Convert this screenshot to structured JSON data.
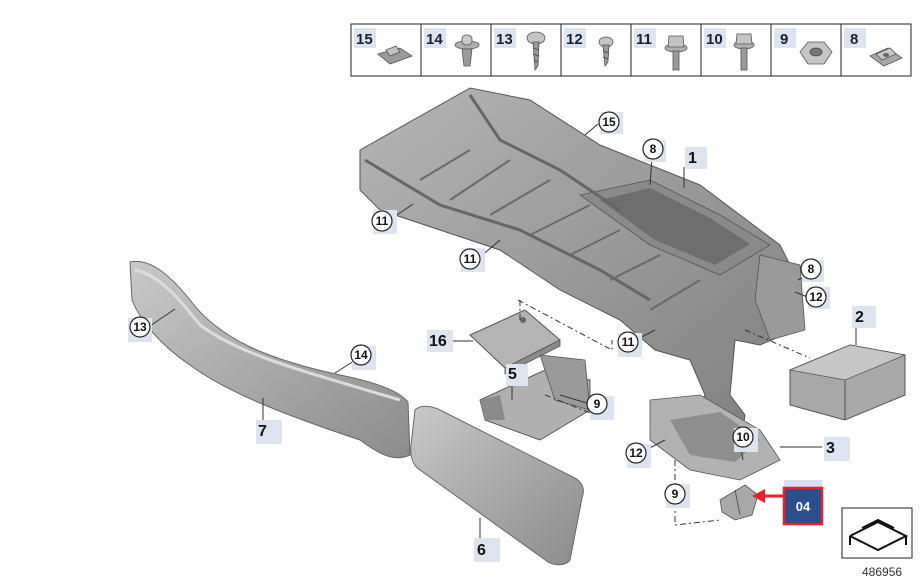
{
  "hardware_strip": [
    {
      "num": "15",
      "icon": "clip-icon"
    },
    {
      "num": "14",
      "icon": "expansion-rivet-icon"
    },
    {
      "num": "13",
      "icon": "tapping-screw-icon"
    },
    {
      "num": "12",
      "icon": "small-screw-icon"
    },
    {
      "num": "11",
      "icon": "collar-screw-icon"
    },
    {
      "num": "10",
      "icon": "hex-bolt-icon"
    },
    {
      "num": "9",
      "icon": "hex-nut-icon"
    },
    {
      "num": "8",
      "icon": "clip-nut-icon"
    }
  ],
  "callouts": {
    "c15": "15",
    "c8a": "8",
    "c11a": "11",
    "c11b": "11",
    "c8b": "8",
    "c12a": "12",
    "c13": "13",
    "c14": "14",
    "c11c": "11",
    "c9a": "9",
    "c10": "10",
    "c12b": "12",
    "c9b": "9"
  },
  "labels": {
    "l1": "1",
    "l2": "2",
    "l3": "3",
    "l5": "5",
    "l6": "6",
    "l7": "7",
    "l16": "16"
  },
  "badge": "04",
  "diagram_number": "486956",
  "colors": {
    "badge": "#2a4f8c",
    "badge_border": "#e8202a",
    "arrow": "#e8202a",
    "label_bg": "#dde4f0",
    "part_fill": "#9c9c9c"
  }
}
